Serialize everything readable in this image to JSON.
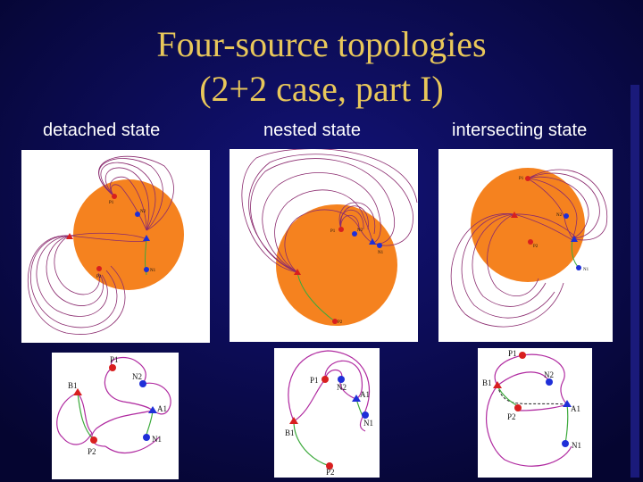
{
  "slide": {
    "title_line1": "Four-source topologies",
    "title_line2": "(2+2 case, part I)"
  },
  "captions": {
    "detached": "detached state",
    "nested": "nested state",
    "intersecting": "intersecting state"
  },
  "colors": {
    "background": "#0a0a4a",
    "title": "#e8c75a",
    "sun_disk": "#f5821f",
    "field_lines": "#8a2a6e",
    "polarity_inversion_line": "#3caa3c",
    "positive_source": "#d81f1f",
    "negative_source": "#1f2fd8"
  },
  "labels": {
    "detached_diagram": [
      "P1",
      "N2",
      "B1",
      "A1",
      "P2",
      "N1"
    ],
    "nested_diagram": [
      "P1",
      "N2",
      "A1",
      "N1",
      "B1",
      "P2"
    ],
    "intersecting_diagram": [
      "P1",
      "N2",
      "B1",
      "A1",
      "P2",
      "N1"
    ],
    "detached_sim": [
      "P1",
      "N2",
      "P2",
      "N1"
    ],
    "nested_sim": [
      "P1",
      "N2",
      "N1",
      "P2"
    ],
    "intersecting_sim": [
      "P1",
      "N2",
      "P2",
      "N1"
    ]
  }
}
